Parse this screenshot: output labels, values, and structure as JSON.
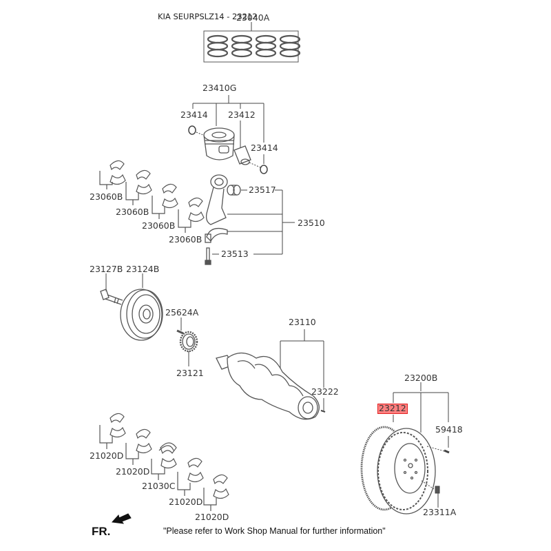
{
  "header": {
    "title": "KIA SEURPSLZ14 - 23212"
  },
  "parts": {
    "ring_set": "23040A",
    "piston_assy": "23410G",
    "snap_ring_left": "23414",
    "piston_pin": "23412",
    "snap_ring_right": "23414",
    "conrod_bush": "23517",
    "conrod_assy": "23510",
    "conrod_bolt": "23513",
    "conrod_bearing_1": "23060B",
    "conrod_bearing_2": "23060B",
    "conrod_bearing_3": "23060B",
    "conrod_bearing_4": "23060B",
    "pulley_bolt": "23127B",
    "crank_pulley": "23124B",
    "key": "25624A",
    "sprocket": "23121",
    "crankshaft": "23110",
    "pin": "23222",
    "flywheel_assy": "23200B",
    "ring_gear": "23212",
    "dowel": "59418",
    "flywheel_bolt": "23311A",
    "main_bearing_1": "21020D",
    "main_bearing_2": "21020D",
    "main_bearing_3": "21030C",
    "main_bearing_4": "21020D",
    "main_bearing_5": "21020D"
  },
  "highlight": {
    "part": "23212",
    "color": "#ff8080",
    "border": "#e02020"
  },
  "footer": {
    "direction_label": "FR.",
    "note": "\"Please refer to Work Shop Manual for further information\""
  }
}
